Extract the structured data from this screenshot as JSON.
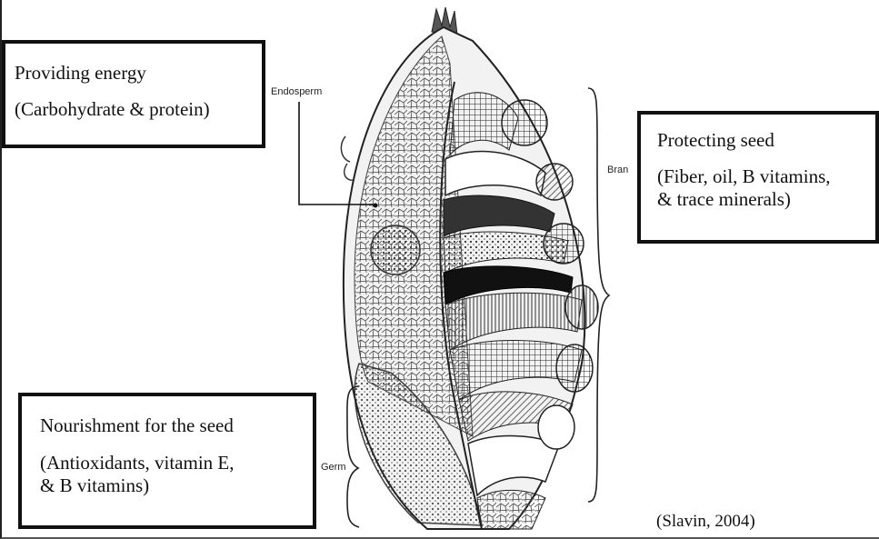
{
  "boxes": {
    "energy": {
      "title": "Providing energy",
      "detail": "(Carbohydrate & protein)"
    },
    "protect": {
      "title": "Protecting seed",
      "detail_line1": "(Fiber, oil, B vitamins,",
      "detail_line2": "& trace minerals)"
    },
    "nourish": {
      "title": "Nourishment for the seed",
      "detail_line1": "(Antioxidants, vitamin E,",
      "detail_line2": "& B vitamins)"
    }
  },
  "labels": {
    "endosperm": "Endosperm",
    "bran": "Bran",
    "germ": "Germ"
  },
  "citation": "(Slavin, 2004)"
}
